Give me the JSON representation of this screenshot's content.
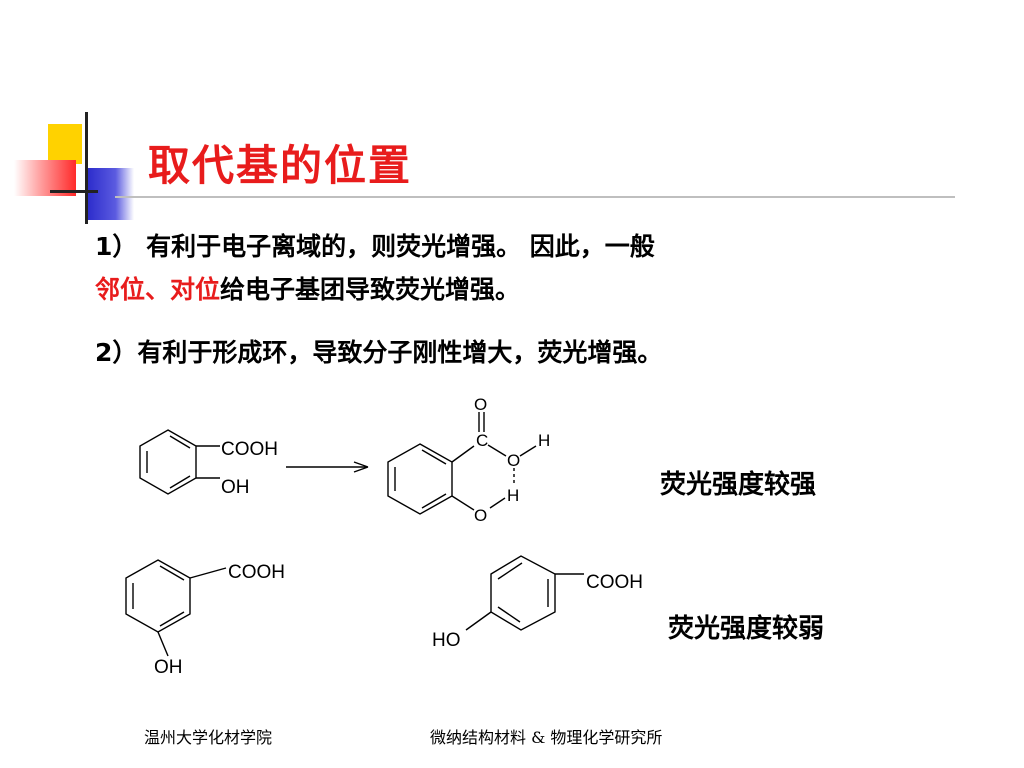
{
  "slide": {
    "title": "取代基的位置",
    "point1_line1": "1）  有利于电子离域的，则荧光增强。 因此，一般",
    "point1_line2_red": "邻位、对位",
    "point1_line2_rest": "给电子基团导致荧光增强。",
    "point2": "2）有利于形成环，导致分子刚性增大，荧光增强。",
    "label_strong": "荧光强度较强",
    "label_weak": "荧光强度较弱"
  },
  "structures": {
    "cooh": "COOH",
    "oh": "OH",
    "ho": "HO",
    "o": "O",
    "c": "C",
    "h": "H"
  },
  "footer": {
    "left": "温州大学化材学院",
    "right": "微纳结构材料 & 物理化学研究所"
  },
  "colors": {
    "title": "#e81c1c",
    "highlight": "#e81c1c",
    "deco_yellow": "#ffd200",
    "deco_blue": "#2d2dcc",
    "deco_red": "#ff2a2a"
  }
}
